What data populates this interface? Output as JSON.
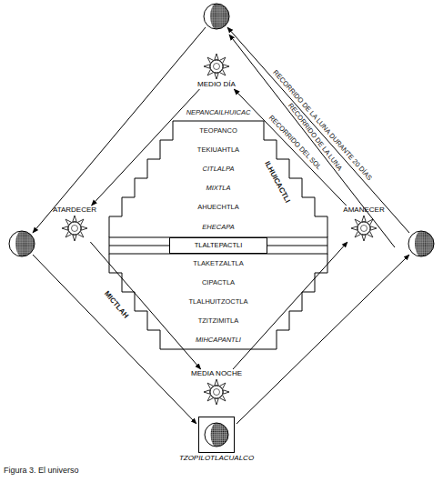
{
  "diagram": {
    "caption": "Figura 3. El universo",
    "nodes": [
      {
        "text": [
          "MEDIO DÍA"
        ]
      },
      {
        "text": [
          "ATARDECER"
        ]
      },
      {
        "text": [
          "AMANECER"
        ]
      },
      {
        "text": [
          "TLALTEPACTLI"
        ]
      },
      {
        "text": [
          "MEDIA NOCHE"
        ]
      },
      {
        "text": [
          "TZOPILOTLACUALCO"
        ]
      }
    ],
    "edges": [
      {
        "from": 2,
        "to": 0,
        "label": "RECORRIDO DEL SOL",
        "arrow": "to"
      },
      {
        "from": 0,
        "to": 1,
        "arrow": "to"
      },
      {
        "from": 1,
        "to": 4,
        "arrow": "to"
      },
      {
        "from": 4,
        "to": 2,
        "arrow": "to"
      }
    ],
    "labels": [
      "RECORRIDO DE LA LUNA DURANTE 20 DÍAS",
      "RECORRIDO DE LA LUNA",
      "NEPANCAILHUICAC",
      "TEOPANCO",
      "TEKIUAHTLA",
      "CITLALPA",
      "MIXTLA",
      "AHUECHTLA",
      "EHECAPA",
      "ILHUICACTLI",
      "TLAKETZALTLA",
      "CIPACTLA",
      "TLALHUITZOCTLA",
      "TZITZIMITLA",
      "MIHCAPANTLI",
      "MICTLAH"
    ]
  }
}
